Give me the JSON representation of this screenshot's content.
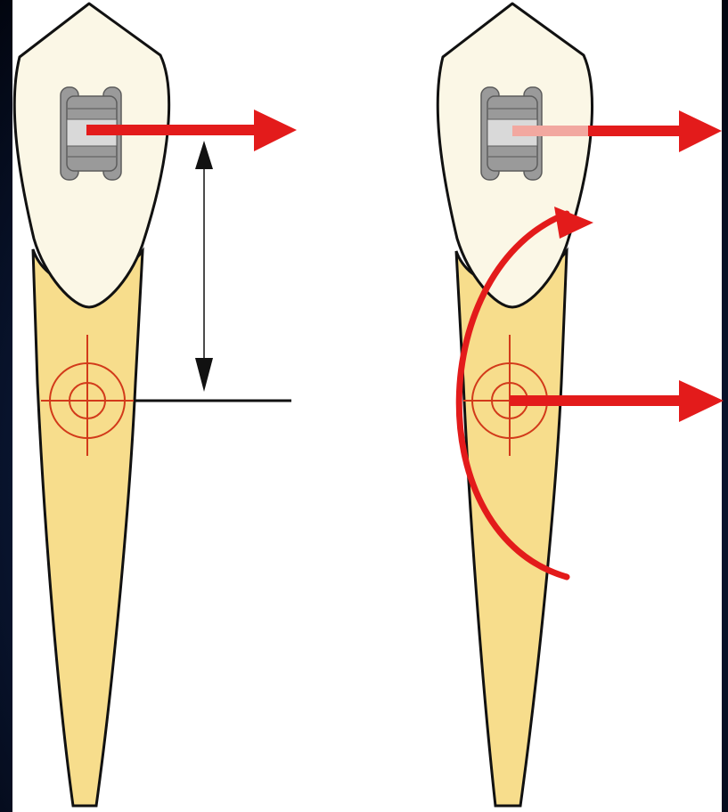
{
  "colors": {
    "enamel": "#fbf7e6",
    "root": "#f7dd8c",
    "outline": "#111111",
    "force_arrow": "#e31b1b",
    "force_arrow_faded": "#f2a8a0",
    "resistance_center": "#d23a1a",
    "bracket": "#9a9a9a",
    "dimension_line": "#111111",
    "panel_background": "#ffffff",
    "slide_background": "#0b1a3a"
  },
  "left_tooth": {
    "components": [
      "crown",
      "root",
      "bracket",
      "force-arrow",
      "center-of-resistance",
      "moment-arm-dimension"
    ],
    "icons": [
      "bracket-icon",
      "force-arrow-icon",
      "target-icon",
      "double-arrow-icon"
    ]
  },
  "right_tooth": {
    "components": [
      "crown",
      "root",
      "bracket",
      "force-arrow-at-bracket",
      "rotation-arc-arrow",
      "force-arrow-at-center-of-resistance",
      "center-of-resistance"
    ],
    "icons": [
      "bracket-icon",
      "force-arrow-icon",
      "curved-arrow-icon",
      "target-icon"
    ]
  }
}
